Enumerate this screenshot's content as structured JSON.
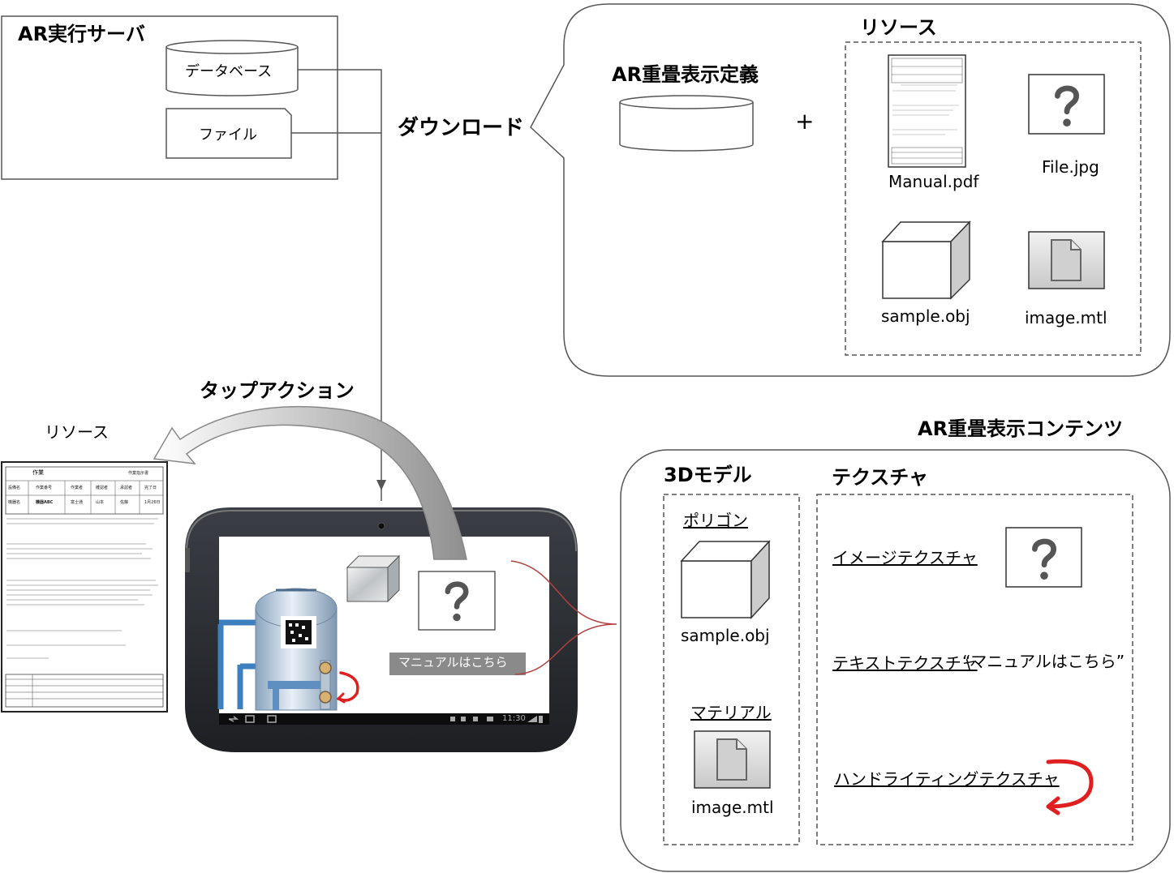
{
  "server": {
    "title": "AR実行サーバ",
    "database": "データベース",
    "file": "ファイル"
  },
  "download": {
    "label": "ダウンロード",
    "ar_definition": "AR重畳表示定義",
    "plus": "+",
    "resources_title": "リソース",
    "resources": [
      {
        "name": "Manual.pdf",
        "icon": "document-icon"
      },
      {
        "name": "File.jpg",
        "icon": "question-image-icon"
      },
      {
        "name": "sample.obj",
        "icon": "cube-icon"
      },
      {
        "name": "image.mtl",
        "icon": "file-icon"
      }
    ]
  },
  "tap": {
    "action": "タップアクション",
    "resource": "リソース"
  },
  "tablet": {
    "button_text": "マニュアルはこちら",
    "time": "11:30"
  },
  "contents": {
    "title": "AR重畳表示コンテンツ",
    "model_title": "3Dモデル",
    "polygon": "ポリゴン",
    "polygon_file": "sample.obj",
    "material": "マテリアル",
    "material_file": "image.mtl",
    "texture_title": "テクスチャ",
    "image_texture": "イメージテクスチャ",
    "text_texture": "テキストテクスチャ",
    "text_texture_value": "“マニュアルはこちら”",
    "handwriting_texture": "ハンドライティングテクスチャ"
  },
  "manual_doc": {
    "title": "作業",
    "header_right": "作業指示書",
    "row1": [
      "設備名",
      "作業番号",
      "作業者",
      "確認者",
      "承認者",
      "完了日"
    ],
    "row2": [
      "機器名",
      "機器ABC",
      "富士通",
      "山本",
      "佐藤",
      "1月26日"
    ]
  },
  "colors": {
    "stroke": "#555555",
    "handwriting": "#e02020",
    "button_bg": "#8a8a8a",
    "tablet_body": "#2b2e33"
  }
}
